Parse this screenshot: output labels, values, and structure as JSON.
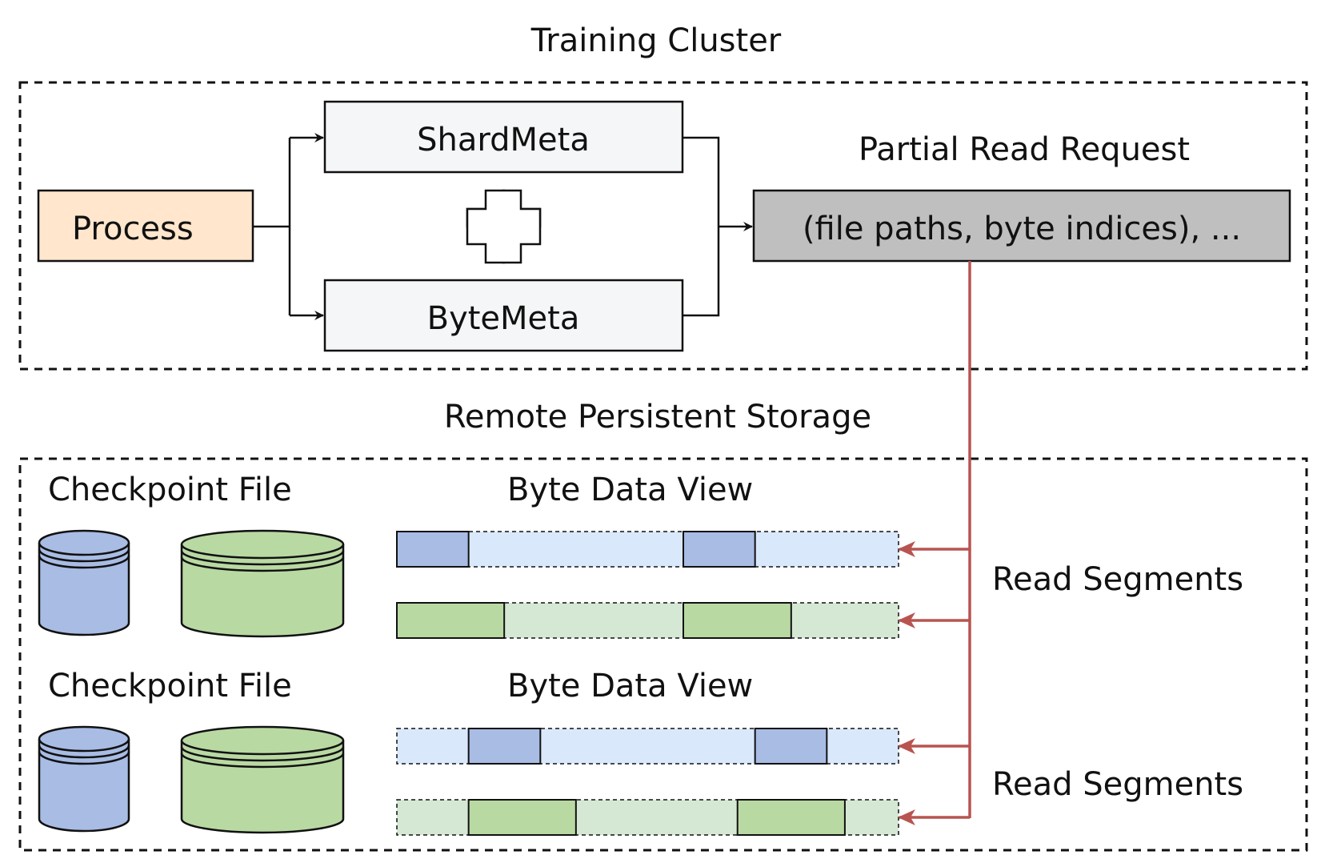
{
  "labels": {
    "training_cluster": "Training Cluster",
    "shard_meta": "ShardMeta",
    "byte_meta": "ByteMeta",
    "process": "Process",
    "partial_read_request": "Partial Read Request",
    "request_content": "(file paths, byte indices), ...",
    "remote_storage": "Remote Persistent Storage",
    "checkpoint_file_1": "Checkpoint File",
    "checkpoint_file_2": "Checkpoint File",
    "byte_data_view_1": "Byte Data View",
    "byte_data_view_2": "Byte Data View",
    "read_segments_1": "Read Segments",
    "read_segments_2": "Read Segments"
  },
  "colors": {
    "process_fill": "#ffe6cc",
    "meta_fill": "#f5f6f8",
    "request_fill": "#bfbfbf",
    "blue_dark": "#a8bce4",
    "blue_light": "#dae8fc",
    "green_dark": "#b9d9a3",
    "green_light": "#d5e8d4",
    "read_arrow": "#b85450"
  },
  "byte_views": [
    {
      "color": "blue",
      "segments": [
        [
          0,
          0.143
        ],
        [
          0.571,
          0.714
        ]
      ]
    },
    {
      "color": "green",
      "segments": [
        [
          0,
          0.214
        ],
        [
          0.571,
          0.786
        ]
      ]
    },
    {
      "color": "blue",
      "segments": [
        [
          0.143,
          0.286
        ],
        [
          0.714,
          0.857
        ]
      ]
    },
    {
      "color": "green",
      "segments": [
        [
          0.143,
          0.357
        ],
        [
          0.679,
          0.893
        ]
      ]
    }
  ]
}
